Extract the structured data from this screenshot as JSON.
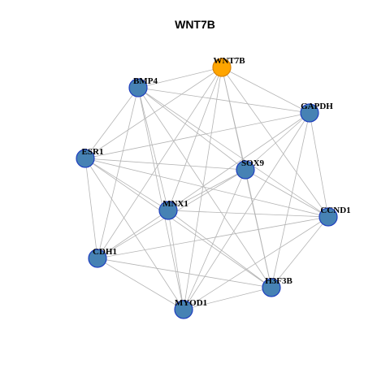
{
  "title": "WNT7B",
  "colors": {
    "edge": "#b4b4b4",
    "node_fill": "#4682b4",
    "node_stroke": "#1f3fbf",
    "highlight_fill": "#ffa500",
    "highlight_stroke": "#d98200"
  },
  "nodes": [
    {
      "id": "WNT7B",
      "label": "WNT7B",
      "highlight": true
    },
    {
      "id": "BMP4",
      "label": "BMP4",
      "highlight": false
    },
    {
      "id": "GAPDH",
      "label": "GAPDH",
      "highlight": false
    },
    {
      "id": "ESR1",
      "label": "ESR1",
      "highlight": false
    },
    {
      "id": "SOX9",
      "label": "SOX9",
      "highlight": false
    },
    {
      "id": "MNX1",
      "label": "MNX1",
      "highlight": false
    },
    {
      "id": "CCND1",
      "label": "CCND1",
      "highlight": false
    },
    {
      "id": "CDH1",
      "label": "CDH1",
      "highlight": false
    },
    {
      "id": "H3F3B",
      "label": "H3F3B",
      "highlight": false
    },
    {
      "id": "MYOD1",
      "label": "MYOD1",
      "highlight": false
    }
  ],
  "edges": [
    [
      "WNT7B",
      "BMP4"
    ],
    [
      "WNT7B",
      "GAPDH"
    ],
    [
      "WNT7B",
      "SOX9"
    ],
    [
      "WNT7B",
      "MNX1"
    ],
    [
      "WNT7B",
      "CCND1"
    ],
    [
      "WNT7B",
      "CDH1"
    ],
    [
      "WNT7B",
      "H3F3B"
    ],
    [
      "WNT7B",
      "MYOD1"
    ],
    [
      "WNT7B",
      "ESR1"
    ],
    [
      "BMP4",
      "GAPDH"
    ],
    [
      "BMP4",
      "SOX9"
    ],
    [
      "BMP4",
      "MNX1"
    ],
    [
      "BMP4",
      "CCND1"
    ],
    [
      "BMP4",
      "CDH1"
    ],
    [
      "BMP4",
      "H3F3B"
    ],
    [
      "BMP4",
      "MYOD1"
    ],
    [
      "BMP4",
      "ESR1"
    ],
    [
      "GAPDH",
      "ESR1"
    ],
    [
      "GAPDH",
      "SOX9"
    ],
    [
      "GAPDH",
      "MNX1"
    ],
    [
      "GAPDH",
      "CCND1"
    ],
    [
      "GAPDH",
      "H3F3B"
    ],
    [
      "GAPDH",
      "MYOD1"
    ],
    [
      "ESR1",
      "SOX9"
    ],
    [
      "ESR1",
      "MNX1"
    ],
    [
      "ESR1",
      "CCND1"
    ],
    [
      "ESR1",
      "CDH1"
    ],
    [
      "ESR1",
      "H3F3B"
    ],
    [
      "ESR1",
      "MYOD1"
    ],
    [
      "SOX9",
      "MNX1"
    ],
    [
      "SOX9",
      "CCND1"
    ],
    [
      "SOX9",
      "CDH1"
    ],
    [
      "SOX9",
      "H3F3B"
    ],
    [
      "SOX9",
      "MYOD1"
    ],
    [
      "MNX1",
      "CCND1"
    ],
    [
      "MNX1",
      "CDH1"
    ],
    [
      "MNX1",
      "H3F3B"
    ],
    [
      "MNX1",
      "MYOD1"
    ],
    [
      "CCND1",
      "CDH1"
    ],
    [
      "CCND1",
      "H3F3B"
    ],
    [
      "CCND1",
      "MYOD1"
    ],
    [
      "CDH1",
      "MYOD1"
    ],
    [
      "CDH1",
      "H3F3B"
    ],
    [
      "H3F3B",
      "MYOD1"
    ]
  ]
}
